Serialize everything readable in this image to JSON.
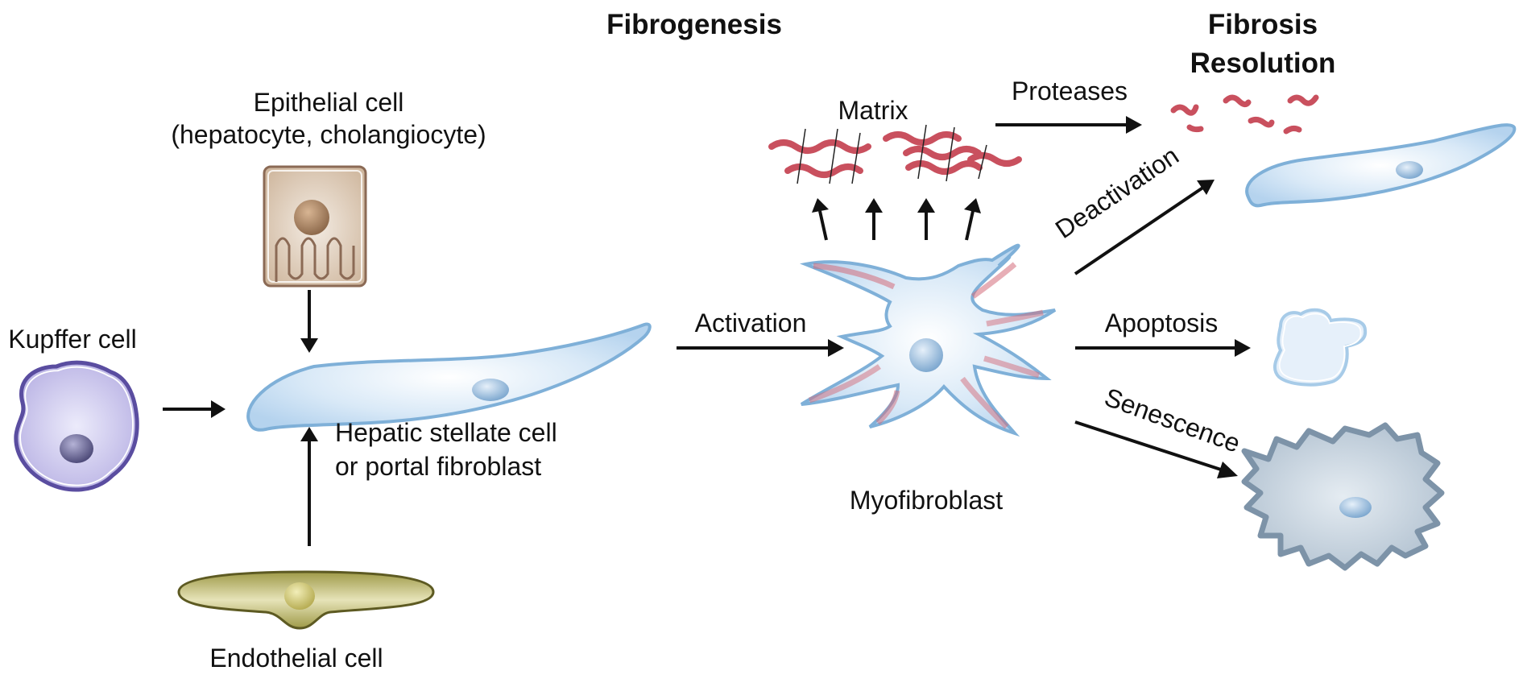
{
  "headers": {
    "fibrogenesis": "Fibrogenesis",
    "fibrosis_line1": "Fibrosis",
    "fibrosis_line2": "Resolution"
  },
  "labels": {
    "epithelial_line1": "Epithelial cell",
    "epithelial_line2": "(hepatocyte, cholangiocyte)",
    "kupffer": "Kupffer cell",
    "stellate_line1": "Hepatic stellate cell",
    "stellate_line2": "or portal fibroblast",
    "endothelial": "Endothelial cell",
    "activation": "Activation",
    "myofibroblast": "Myofibroblast",
    "matrix": "Matrix",
    "proteases": "Proteases",
    "deactivation": "Deactivation",
    "apoptosis": "Apoptosis",
    "senescence": "Senescence"
  },
  "icons": [
    "epithelial-cell-icon",
    "kupffer-cell-icon",
    "stellate-cell-icon",
    "endothelial-cell-icon",
    "myofibroblast-icon",
    "matrix-fibers-icon",
    "degraded-matrix-icon",
    "deactivated-cell-icon",
    "apoptotic-cell-icon",
    "senescent-cell-icon"
  ],
  "colors": {
    "cell_blue": "#cfe3f5",
    "cell_outline": "#7fb0d8",
    "matrix_red": "#c9505e",
    "kupffer_purple": "#c8c3ec",
    "epithelial_tan": "#d8c4ad",
    "endothelial_olive": "#b9b46a",
    "senescent_gray": "#b4c3d2"
  }
}
